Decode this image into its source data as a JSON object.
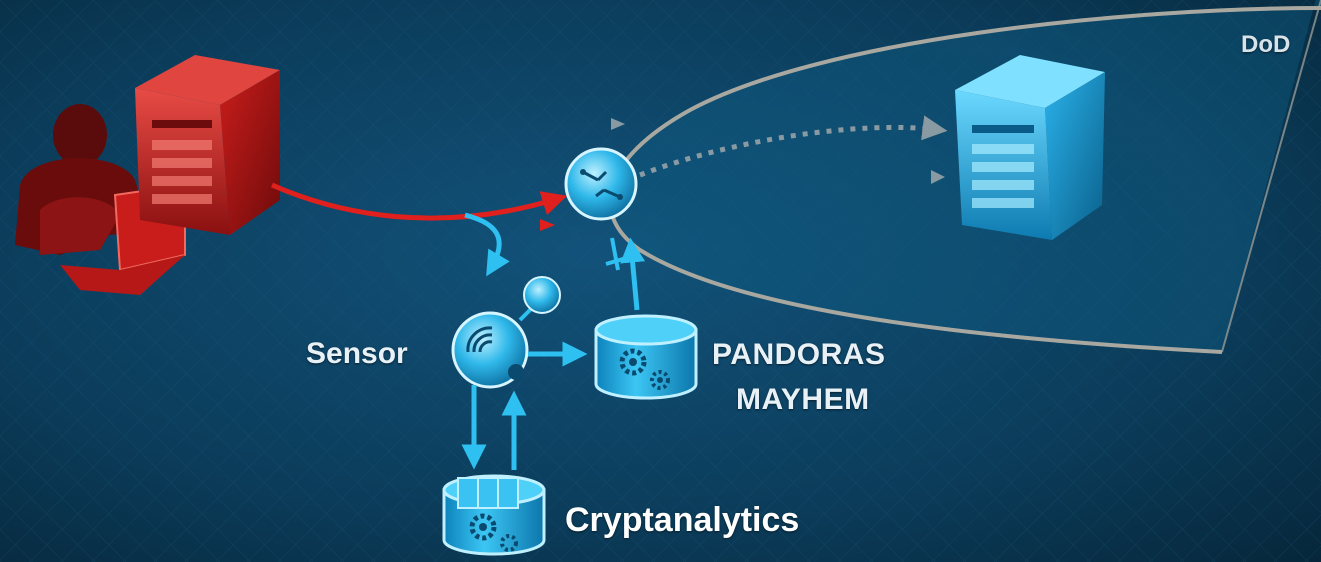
{
  "labels": {
    "dod": "DoD",
    "sensor": "Sensor",
    "pandoras": "PANDORAS",
    "mayhem": "MAYHEM",
    "cryptanalytics": "Cryptanalytics"
  },
  "icons": {
    "attacker": "hacker-at-laptop-icon",
    "attacker_server": "server-tower-icon",
    "target_server": "server-tower-icon",
    "router": "router-switch-icon",
    "sensor": "sensor-dish-icon",
    "pandoras_db": "database-gears-icon",
    "crypto_db": "database-gears-icon"
  },
  "colors": {
    "background": "#0b3a55",
    "hostile": "#d2221f",
    "friendly": "#1fb3e8",
    "boundary": "#a8a8a0",
    "label": "#e8f1f6"
  }
}
